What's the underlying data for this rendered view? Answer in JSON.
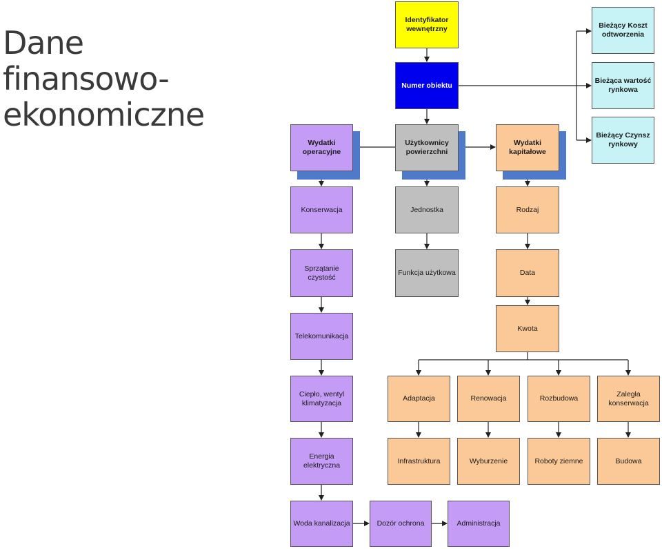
{
  "title": {
    "line1": "Dane",
    "line2": "finansowo-",
    "line3": "ekonomiczne"
  },
  "diagram": {
    "identyfikator": "Identyfikator wewnętrzny",
    "numer": "Numer obiektu",
    "uzytkownicy": "Użytkownicy powierzchni",
    "wydatki_operacyjne": "Wydatki operacyjne",
    "wydatki_kapitalowe": "Wydatki kapitałowe",
    "koszt_odtworzenia": "Bieżący Koszt odtworzenia",
    "wartosc_rynkowa": "Bieżąca wartość rynkowa",
    "czynsz_rynkowy": "Bieżący Czynsz rynkowy",
    "konserwacja": "Konserwacja",
    "sprzatanie": "Sprzątanie czystość",
    "telekomunikacja": "Telekomunikacja",
    "cieplo": "Ciepło, wentyl klimatyzacja",
    "energia": "Energia elektryczna",
    "woda": "Woda kanalizacja",
    "dozor": "Dozór ochrona",
    "administracja": "Administracja",
    "jednostka": "Jednostka",
    "funkcja": "Funkcja użytkowa",
    "rodzaj": "Rodzaj",
    "data": "Data",
    "kwota": "Kwota",
    "adaptacja": "Adaptacja",
    "renowacja": "Renowacja",
    "rozbudowa": "Rozbudowa",
    "zalegla": "Zaległa konserwacja",
    "infrastruktura": "Infrastruktura",
    "wyburzenie": "Wyburzenie",
    "roboty": "Roboty ziemne",
    "budowa": "Budowa"
  },
  "colors": {
    "purple": "#c49bf5",
    "gray": "#bfbfbf",
    "orange": "#fbc898",
    "cyan": "#c7f3f6",
    "yellow": "#ffff00",
    "blue": "#0000ee",
    "shadow": "#4f7ac9"
  }
}
